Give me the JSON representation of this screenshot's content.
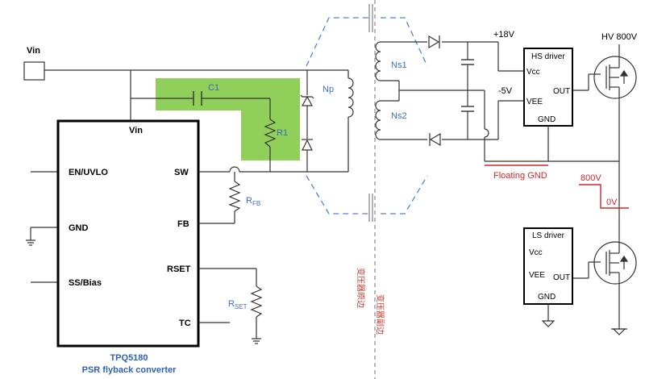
{
  "labels": {
    "vin_source": "Vin",
    "hv": "HV 800V",
    "plus18": "+18V",
    "minus5": "-5V",
    "floating_gnd": "Floating GND",
    "v800": "800V",
    "v0": "0V",
    "c1": "C1",
    "r1": "R1",
    "np": "Np",
    "ns1": "Ns1",
    "ns2": "Ns2",
    "rfb_main": "R",
    "rfb_sub": "FB",
    "rset_main": "R",
    "rset_sub": "SET",
    "primary_side": "变压器原边",
    "secondary_side": "变压器副边"
  },
  "ic": {
    "name_line1": "TPQ5180",
    "name_line2": "PSR flyback converter",
    "pins": {
      "vin": "Vin",
      "en": "EN/UVLO",
      "gnd": "GND",
      "ss": "SS/Bias",
      "sw": "SW",
      "fb": "FB",
      "rset": "RSET",
      "tc": "TC"
    }
  },
  "hs_driver": {
    "title": "HS driver",
    "vcc": "Vcc",
    "vee": "VEE",
    "out": "OUT",
    "gnd": "GND"
  },
  "ls_driver": {
    "title": "LS driver",
    "vcc": "Vcc",
    "vee": "VEE",
    "out": "OUT",
    "gnd": "GND"
  },
  "colors": {
    "highlight": "#8fcf5a",
    "transformer_outline": "#4a86d6",
    "divider": "#8a8a8a",
    "wire": "#333333",
    "floating_gnd_wire": "#d0262c"
  }
}
